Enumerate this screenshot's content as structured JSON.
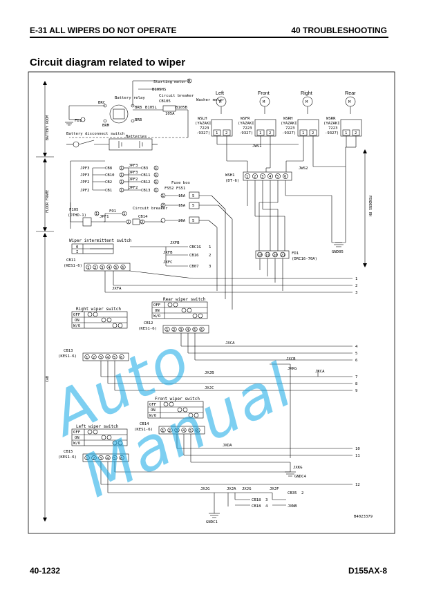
{
  "header": {
    "left": "E-31 ALL WIPERS DO NOT OPERATE",
    "right": "40 TROUBLESHOOTING"
  },
  "section_title": "Circuit diagram related to wiper",
  "footer": {
    "page": "40-1232",
    "model": "D155AX-8"
  },
  "watermark": "Auto Manual",
  "diagram": {
    "side_labels": {
      "battery_room": "BATTERY ROOM",
      "floor_frame": "FLOOR FRAME",
      "cab": "CAB",
      "fenders_rh": "FENDERS RH"
    },
    "top": {
      "starting_motor": "Starting motor",
      "starting_motor_pin": "B",
      "b105hs": "B105HS",
      "circuit_breaker": "Circuit breaker",
      "cb105": "CB105",
      "battery_relay": "Battery relay",
      "brc": "BRC",
      "brb": "BRB",
      "brm": "BRM",
      "brb2": "BRB",
      "b105l": "B105L",
      "b105b": "B105B",
      "rating": "105A",
      "fd1": "FD1",
      "battery_disconnect_switch": "Battery disconnect switch",
      "batteries": "Batteries"
    },
    "motors": {
      "washer_motor": "Washer motor",
      "left": "Left",
      "front": "Front",
      "right": "Right",
      "rear": "Rear",
      "motor_symbol": "M",
      "connectors": [
        {
          "id": "WSLH",
          "type": "(YAZAKI",
          "code": "7223",
          "sub": "-9327)"
        },
        {
          "id": "WSFR",
          "type": "(YAZAKI",
          "code": "7223",
          "sub": "-9327)"
        },
        {
          "id": "WSRH",
          "type": "(YAZAKI",
          "code": "7223",
          "sub": "-9327)"
        },
        {
          "id": "WSRR",
          "type": "(YAZAKI",
          "code": "7223",
          "sub": "-9327)"
        }
      ],
      "pins": [
        "1",
        "2"
      ]
    },
    "jumpers": {
      "jws1": "JWS1",
      "jws2": "JWS2"
    },
    "wsh1": {
      "id": "WSH1",
      "type": "(DT-6)",
      "pins": [
        "1",
        "2",
        "3",
        "4",
        "5",
        "6"
      ]
    },
    "fd1_connector": {
      "id": "FD1",
      "type": "(DRC16-70A)",
      "pins": [
        "18",
        "19",
        "20",
        "21"
      ]
    },
    "gnd05": "GND05",
    "cb_left": [
      {
        "j": "JPF3",
        "cb": "CB8",
        "p": "1"
      },
      {
        "j": "JPF3",
        "cb": "CB10",
        "p": "1"
      },
      {
        "j": "JPF2",
        "cb": "CB2",
        "p": "1"
      },
      {
        "j": "JPF2",
        "cb": "CB1",
        "p": "1"
      }
    ],
    "cb_right": [
      {
        "j": "JPF3",
        "cb": "CB3",
        "p": "1"
      },
      {
        "j": "JPF3",
        "cb": "CB11",
        "p": "1"
      },
      {
        "j": "JPF2",
        "cb": "CB12",
        "p": "1"
      },
      {
        "j": "JPF2",
        "cb": "CB13",
        "p": "1"
      }
    ],
    "fuse_box": {
      "label": "Fuse box",
      "ids": "FS52  FS51",
      "fuses": [
        {
          "rating": "15A",
          "pin": "5"
        },
        {
          "rating": "15A",
          "pin": "5"
        },
        {
          "rating": "20A",
          "pin": "5"
        }
      ],
      "pins": [
        "1",
        "2"
      ]
    },
    "f105": {
      "id": "F105",
      "type": "(DTHD-1)",
      "pin": "1"
    },
    "fo1": {
      "id": "FO1",
      "pin": "1",
      "jpf1": "JPF1"
    },
    "cb14_breaker": {
      "label": "Circuit breaker",
      "id": "CB14",
      "pins": [
        "1",
        "2"
      ]
    },
    "switches": [
      {
        "title": "Wiper intermittent switch",
        "rows": [
          "0",
          "I"
        ],
        "cb": "CB11",
        "type": "(KES1-6)",
        "pins": [
          "1",
          "2",
          "3",
          "4",
          "5",
          "6"
        ]
      },
      {
        "title": "Rear wiper switch",
        "rows": [
          "OFF",
          "ON",
          "W/O"
        ],
        "cb": "CB12",
        "type": "(KES1-6)",
        "pins": [
          "1",
          "2",
          "3",
          "4",
          "5",
          "6"
        ]
      },
      {
        "title": "Right wiper switch",
        "rows": [
          "OFF",
          "ON",
          "W/O"
        ],
        "cb": "CB13",
        "type": "(KES1-6)",
        "pins": [
          "1",
          "2",
          "3",
          "4",
          "5",
          "6"
        ]
      },
      {
        "title": "Front wiper switch",
        "rows": [
          "OFF",
          "ON",
          "W/O"
        ],
        "cb": "CB14",
        "type": "(KES1-6)",
        "pins": [
          "1",
          "2",
          "3",
          "4",
          "5",
          "6"
        ]
      },
      {
        "title": "Left wiper switch",
        "rows": [
          "OFF",
          "ON",
          "W/O"
        ],
        "cb": "CB15",
        "type": "(KES1-6)",
        "pins": [
          "1",
          "2",
          "3",
          "4",
          "5",
          "6"
        ]
      }
    ],
    "jxf_refs": [
      {
        "j": "JXFB",
        "cb": "CBC1G",
        "p": "1"
      },
      {
        "j": "JXFB",
        "cb": "CB16",
        "p": "2"
      },
      {
        "j": "JXFC",
        "cb": "CB07",
        "p": "3"
      }
    ],
    "splices": {
      "jxfa": "JXFA",
      "jxca": "JXCA",
      "jxcb": "JXCB",
      "jxca2": "JXCA",
      "jxjb": "JXJB",
      "jxjc": "JXJC",
      "jxkg": "JXKG",
      "jxda": "JXDA",
      "jxkg2": "JXKG",
      "jxjg": "JXJG",
      "jxja": "JXJA",
      "jxjg2": "JXJG",
      "jxjf": "JXJF"
    },
    "line_numbers": [
      "1",
      "2",
      "3",
      "4",
      "5",
      "6",
      "7",
      "8",
      "9",
      "10",
      "11",
      "12"
    ],
    "bottom": {
      "gndc4": "GNDC4",
      "gndc1": "GNDC1",
      "cb18a": {
        "cb": "CB18",
        "p": "3"
      },
      "cb18b": {
        "cb": "CB18",
        "p": "4"
      },
      "cb35": {
        "cb": "CB35",
        "p": "2"
      },
      "jxnb": "JXNB",
      "drawing_no": "B4023379"
    }
  }
}
